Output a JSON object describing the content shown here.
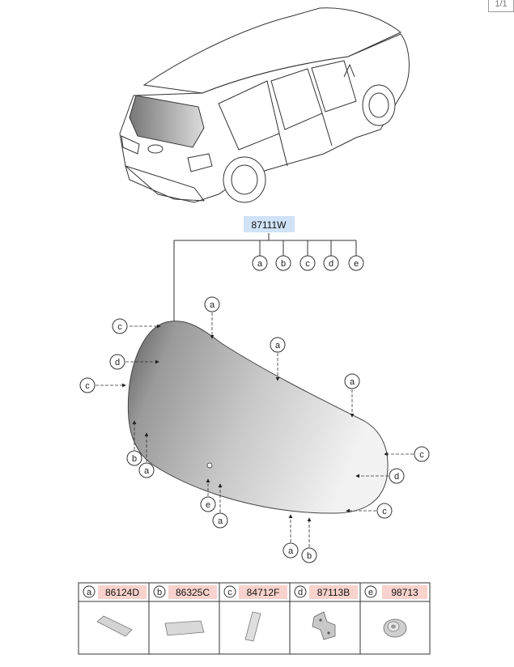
{
  "page_number": "1/1",
  "assembly_part_number": "87111W",
  "assembly_callouts": [
    "a",
    "b",
    "c",
    "d",
    "e"
  ],
  "glass_callouts": {
    "c1": "c",
    "d1": "d",
    "c2": "c",
    "a_top_left": "a",
    "a_top_mid": "a",
    "a_right": "a",
    "b_left": "b",
    "a_left": "a",
    "e_bottom": "e",
    "a_bottom": "a",
    "c_right": "c",
    "d_right": "d",
    "c_right_low": "c",
    "a_bottom_right": "a",
    "b_bottom_right": "b"
  },
  "parts_table": [
    {
      "letter": "a",
      "part_number": "86124D",
      "icon": "moulding-strip-icon"
    },
    {
      "letter": "b",
      "part_number": "86325C",
      "icon": "adhesive-tape-icon"
    },
    {
      "letter": "c",
      "part_number": "84712F",
      "icon": "pad-strip-icon"
    },
    {
      "letter": "d",
      "part_number": "87113B",
      "icon": "bracket-icon"
    },
    {
      "letter": "e",
      "part_number": "98713",
      "icon": "grommet-icon"
    }
  ],
  "colors": {
    "part_number_highlight_assembly": "#cfe2f6",
    "part_number_highlight_table": "#f8d2cc",
    "line": "#333333"
  }
}
